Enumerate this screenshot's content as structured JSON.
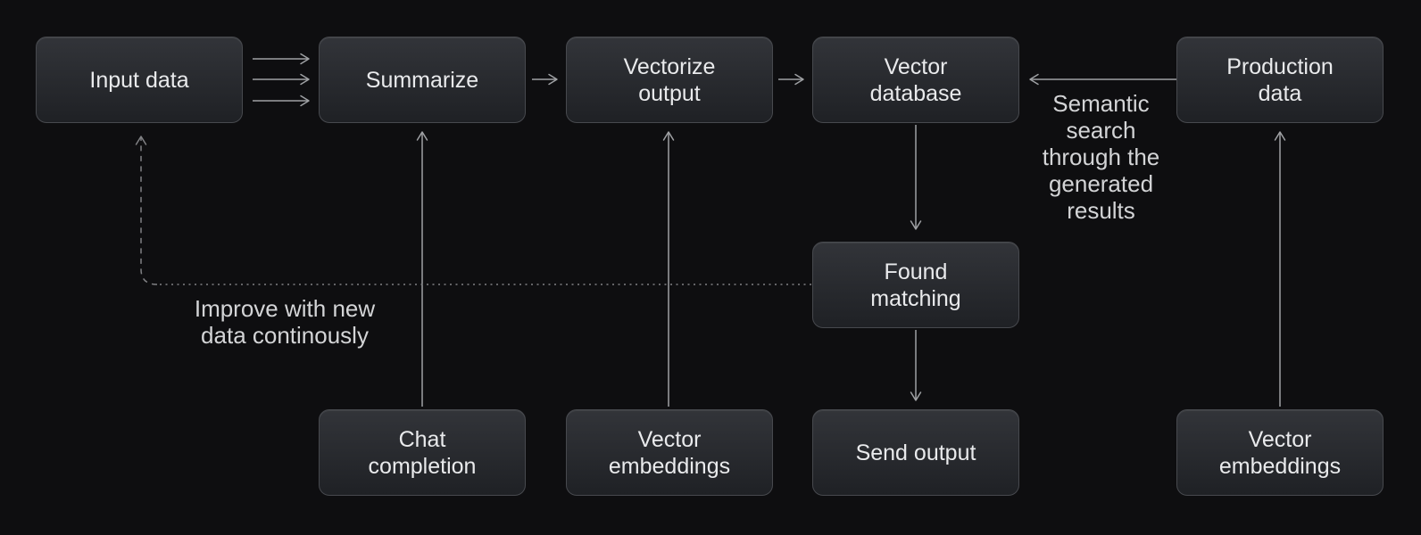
{
  "diagram": {
    "colors": {
      "bg": "#0e0e10",
      "box-top": "#323439",
      "box-bottom": "#1f2125",
      "box-border": "#47494e",
      "label": "#e9eaec",
      "note": "#d3d4d6",
      "arrow": "#9fa1a4",
      "dashed": "#808184"
    },
    "nodes": [
      {
        "id": "input-data",
        "label": "Input data"
      },
      {
        "id": "summarize",
        "label": "Summarize"
      },
      {
        "id": "vectorize-output",
        "label": "Vectorize output"
      },
      {
        "id": "vector-database",
        "label": "Vector database"
      },
      {
        "id": "production-data",
        "label": "Production data"
      },
      {
        "id": "found-matching",
        "label": "Found matching"
      },
      {
        "id": "chat-completion",
        "label": "Chat completion"
      },
      {
        "id": "vector-embeddings-left",
        "label": "Vector embeddings"
      },
      {
        "id": "send-output",
        "label": "Send output"
      },
      {
        "id": "vector-embeddings-right",
        "label": "Vector embeddings"
      }
    ],
    "annotations": [
      {
        "id": "semantic-search-note",
        "text": "Semantic search through the generated results"
      },
      {
        "id": "improve-note",
        "text": "Improve with new data continously"
      }
    ]
  }
}
